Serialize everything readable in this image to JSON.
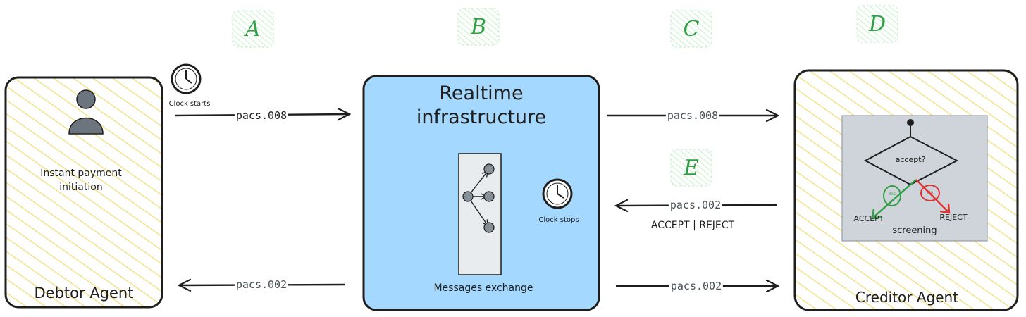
{
  "colors": {
    "step_badge": "#2f9e44",
    "agent_hatch": "#f2e28a",
    "infra_fill": "#a5d8ff",
    "screening_bg": "#ced4da",
    "accept": "#2f9e44",
    "reject": "#e03131"
  },
  "steps": [
    "A",
    "B",
    "C",
    "D",
    "E"
  ],
  "debtor": {
    "title": "Debtor Agent",
    "initiation": "Instant payment\ninitiation",
    "clock_label": "Clock starts",
    "icons": [
      "person-icon",
      "clock-icon"
    ]
  },
  "infrastructure": {
    "title": "Realtime\ninfrastructure",
    "exchange_label": "Messages exchange",
    "clock_label": "Clock stops",
    "icons": [
      "message-graph-icon",
      "clock-icon"
    ]
  },
  "creditor": {
    "title": "Creditor Agent",
    "decision": "accept?",
    "yes_label": "Yes",
    "no_label": "No",
    "accept_label": "ACCEPT",
    "reject_label": "REJECT",
    "screening_label": "screening"
  },
  "messages": {
    "debtor_to_infra": "pacs.008",
    "infra_to_creditor": "pacs.008",
    "creditor_to_infra": "pacs.002",
    "creditor_to_infra_note": "ACCEPT | REJECT",
    "infra_to_debtor": "pacs.002",
    "infra_to_creditor_confirm": "pacs.002"
  }
}
